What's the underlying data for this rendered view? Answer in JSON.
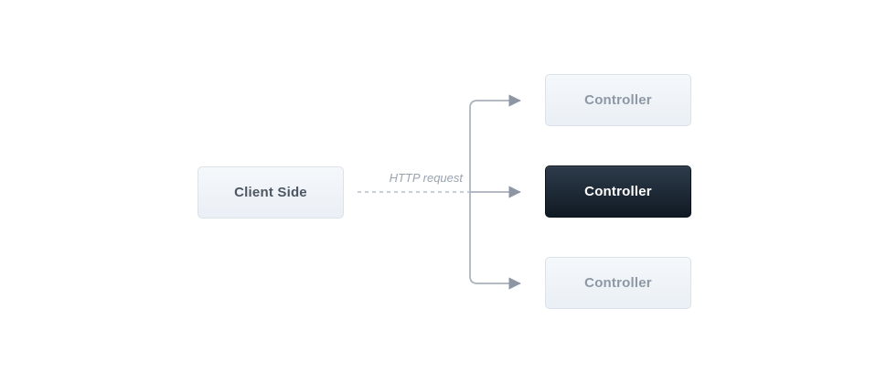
{
  "diagram": {
    "client_box": {
      "label": "Client Side"
    },
    "arrow_label": "HTTP request",
    "controllers": [
      {
        "label": "Controller",
        "variant": "light"
      },
      {
        "label": "Controller",
        "variant": "dark"
      },
      {
        "label": "Controller",
        "variant": "light"
      }
    ],
    "colors": {
      "background": "#ffffff",
      "box_light_fill_top": "#f5f8fb",
      "box_light_fill_bottom": "#eaeff5",
      "box_border": "#dbe2ea",
      "box_dark_fill_top": "#2d3b4a",
      "box_dark_fill_bottom": "#101a24",
      "client_text": "#4d5762",
      "muted_text": "#8e98a5",
      "dark_box_text": "#ffffff",
      "connector_line": "#a8b1bd",
      "connector_dash": "#c7cdd6",
      "arrowhead": "#8d96a2",
      "arrow_label_text": "#9aa3af"
    }
  }
}
